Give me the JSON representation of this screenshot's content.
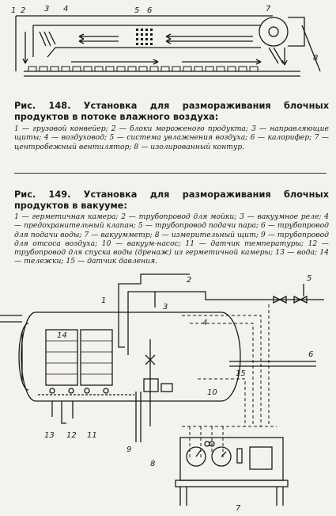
{
  "figure148": {
    "title": "Рис. 148. Установка для размораживания блочных продуктов в потоке влажного воздуха:",
    "legend": "1 — грузовой конвейер; 2 — блоки мороженого продукта; 3 — направляющие щиты; 4 — воздуховод; 5 — система увлажнения воздуха; 6 — калорифер; 7 — центробежный вентилятор; 8 — изолированный контур.",
    "labels": [
      "1",
      "2",
      "3",
      "4",
      "5",
      "6",
      "7",
      "8"
    ]
  },
  "figure149": {
    "title": "Рис. 149. Установка для размораживания блочных продуктов в вакууме:",
    "legend": "1 — герметичная камера; 2 — трубопровод для мойки; 3 — вакуумное реле; 4 — предохранительный клапан; 5 — трубопровод подачи пара; 6 — трубопровод для подачи воды; 7 — вакуумметр; 8 — измерительный щит; 9 — трубопровод для отсоса воздуха; 10 — вакуум-насос; 11 — датчик температуры; 12 — трубопровод для спуска воды (дренаж) из герметичной камеры; 13 — вода; 14 — тележки; 15 — датчик давления.",
    "labels": [
      "1",
      "2",
      "3",
      "4",
      "5",
      "6",
      "7",
      "8",
      "9",
      "10",
      "11",
      "12",
      "13",
      "14",
      "15"
    ]
  }
}
